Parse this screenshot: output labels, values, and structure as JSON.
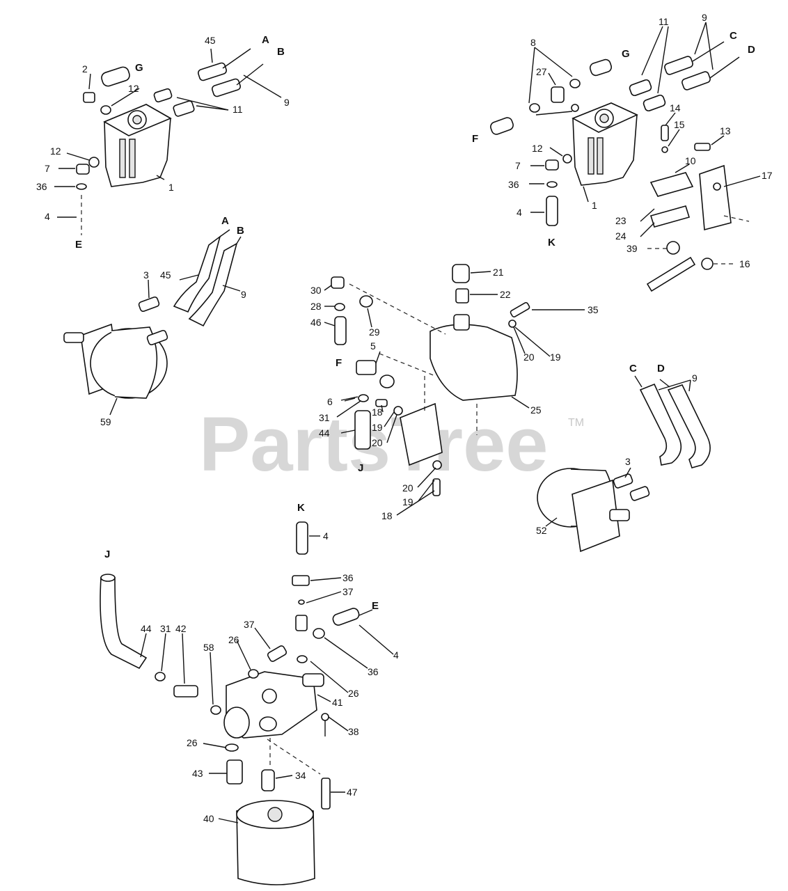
{
  "watermark": {
    "text": "PartsTree",
    "tm": "TM"
  },
  "labels": {
    "n1a": "1",
    "n1b": "1",
    "n2": "2",
    "n3a": "3",
    "n3b": "3",
    "n4a": "4",
    "n4b": "4",
    "n4c": "4",
    "n4d": "4",
    "n5": "5",
    "n6": "6",
    "n7a": "7",
    "n7b": "7",
    "n8": "8",
    "n9a": "9",
    "n9b": "9",
    "n9c": "9",
    "n9d": "9",
    "n10": "10",
    "n11a": "11",
    "n11b": "11",
    "n12a": "12",
    "n12b": "12",
    "n12c": "12",
    "n13": "13",
    "n14": "14",
    "n15": "15",
    "n16": "16",
    "n17": "17",
    "n18a": "18",
    "n18b": "18",
    "n19a": "19",
    "n19b": "19",
    "n19c": "19",
    "n20a": "20",
    "n20b": "20",
    "n20c": "20",
    "n21": "21",
    "n22": "22",
    "n23": "23",
    "n24": "24",
    "n25": "25",
    "n26a": "26",
    "n26b": "26",
    "n26c": "26",
    "n27": "27",
    "n28": "28",
    "n29": "29",
    "n30": "30",
    "n31a": "31",
    "n31b": "31",
    "n34": "34",
    "n35": "35",
    "n36a": "36",
    "n36b": "36",
    "n36c": "36",
    "n36d": "36",
    "n37a": "37",
    "n37b": "37",
    "n38": "38",
    "n39": "39",
    "n40": "40",
    "n41": "41",
    "n42": "42",
    "n43": "43",
    "n44a": "44",
    "n44b": "44",
    "n45a": "45",
    "n45b": "45",
    "n46": "46",
    "n47": "47",
    "n52": "52",
    "n58": "58",
    "n59": "59"
  },
  "letters": {
    "A1": "A",
    "B1": "B",
    "G1": "G",
    "E1": "E",
    "A2": "A",
    "B2": "B",
    "C1": "C",
    "D1": "D",
    "G2": "G",
    "F1": "F",
    "K1": "K",
    "F2": "F",
    "J1": "J",
    "C2": "C",
    "D2": "D",
    "K2": "K",
    "E2": "E",
    "J2": "J"
  }
}
